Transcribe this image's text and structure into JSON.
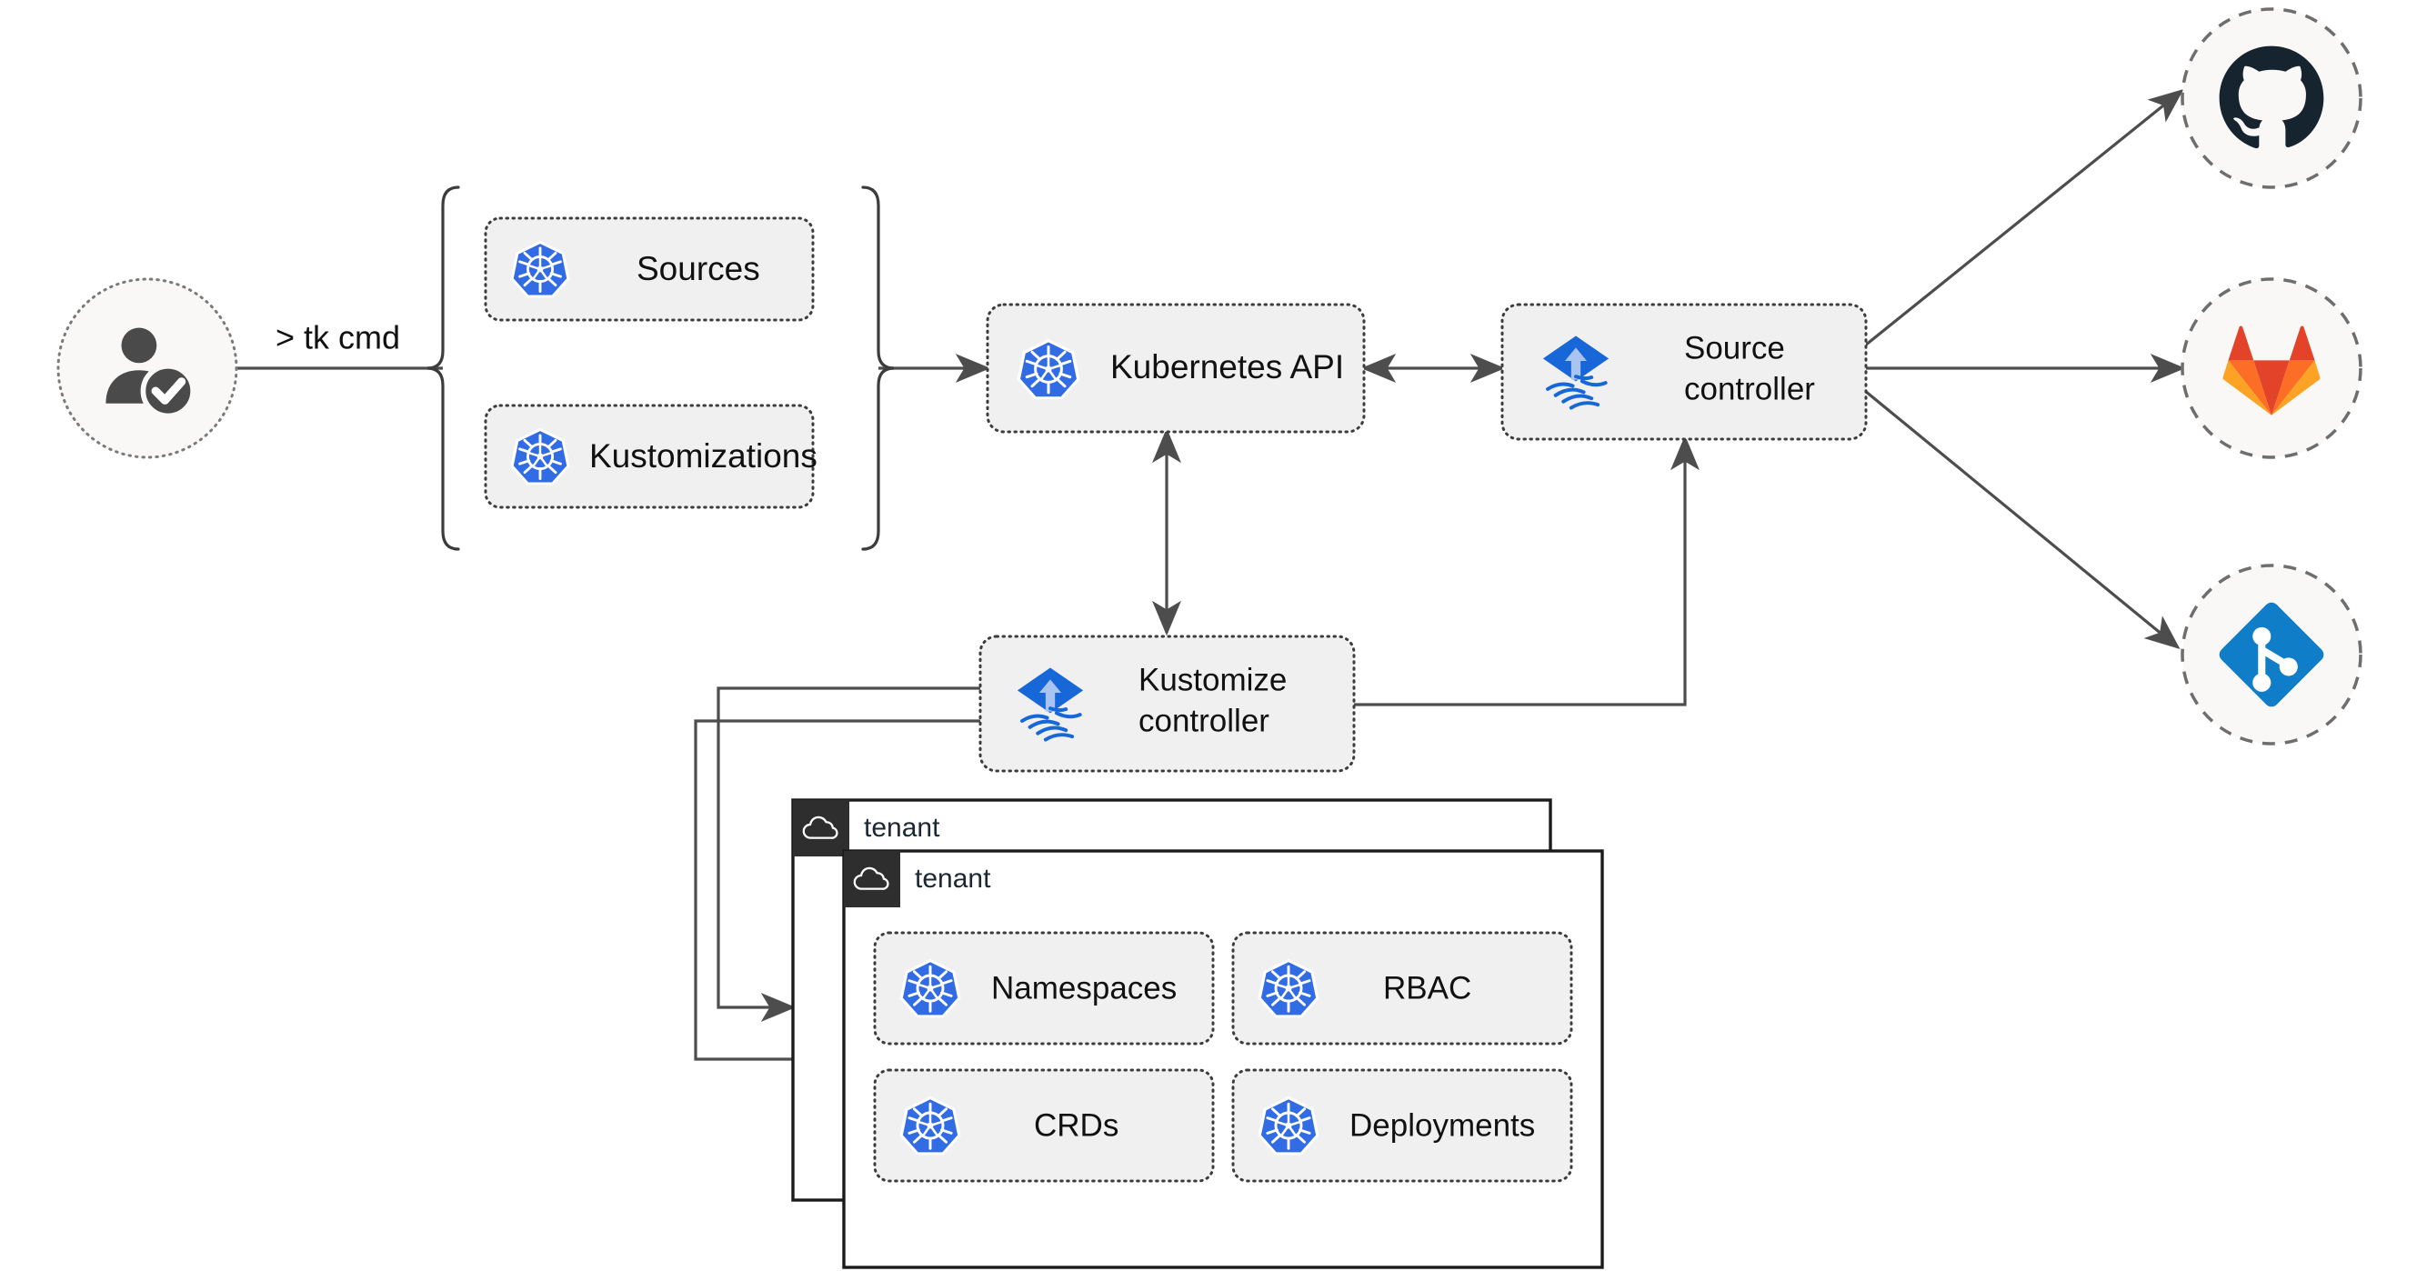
{
  "diagram": {
    "title": "Flux multi-tenancy GitOps architecture",
    "background": "#ffffff",
    "accent_colors": {
      "kubernetes_blue": "#326ce5",
      "flux_blue": "#1767d8",
      "flux_arrow": "#aac4f2",
      "github_dark": "#16242f",
      "gitlab_red": "#e24329",
      "gitlab_orange": "#fc6d26",
      "gitlab_light_orange": "#fca326",
      "git_blue": "#0f7dc7",
      "box_fill": "#f0f0f0",
      "circle_fill": "#f9f8f6",
      "line_gray": "#4d4d4d",
      "window_border": "#1b1b1b",
      "window_tab": "#2e2e2e",
      "user_icon": "#4a4a4a"
    }
  },
  "actor": {
    "icon": "user-verified-icon",
    "command_label": "> tk cmd"
  },
  "resource_group": {
    "items": [
      {
        "label": "Sources",
        "icon": "kubernetes-icon"
      },
      {
        "label": "Kustomizations",
        "icon": "kubernetes-icon"
      }
    ]
  },
  "nodes": {
    "kubernetes_api": {
      "label": "Kubernetes API",
      "icon": "kubernetes-icon"
    },
    "source_controller": {
      "label_line1": "Source",
      "label_line2": "controller",
      "icon": "flux-icon"
    },
    "kustomize_controller": {
      "label_line1": "Kustomize",
      "label_line2": "controller",
      "icon": "flux-icon"
    }
  },
  "git_providers": [
    {
      "name": "github",
      "icon": "github-icon"
    },
    {
      "name": "gitlab",
      "icon": "gitlab-icon"
    },
    {
      "name": "git",
      "icon": "git-icon"
    }
  ],
  "tenants": [
    {
      "label": "tenant",
      "icon": "cloud-icon"
    },
    {
      "label": "tenant",
      "icon": "cloud-icon"
    }
  ],
  "tenant_resources": [
    {
      "label": "Namespaces",
      "icon": "kubernetes-icon"
    },
    {
      "label": "RBAC",
      "icon": "kubernetes-icon"
    },
    {
      "label": "CRDs",
      "icon": "kubernetes-icon"
    },
    {
      "label": "Deployments",
      "icon": "kubernetes-icon"
    }
  ]
}
